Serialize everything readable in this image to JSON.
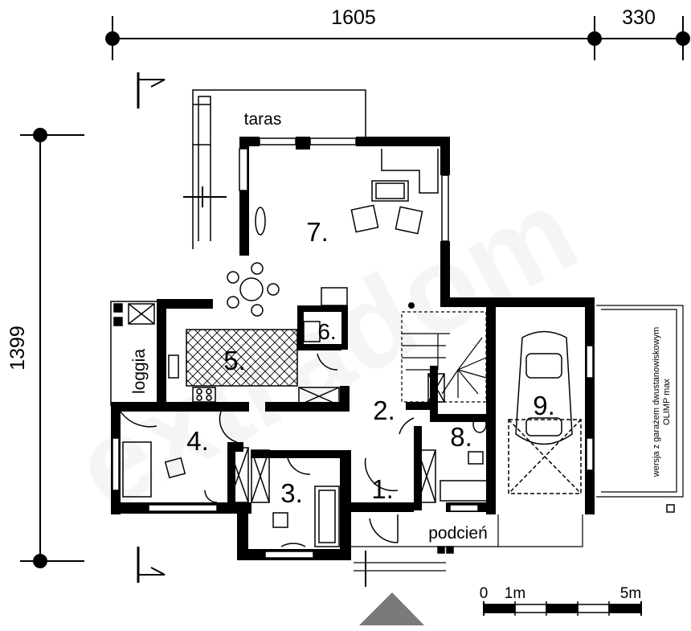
{
  "dimensions": {
    "width_main": "1605",
    "width_garage": "330",
    "height": "1399"
  },
  "rooms": [
    "7.",
    "5.",
    "6.",
    "2.",
    "4.",
    "3.",
    "1.",
    "8.",
    "9."
  ],
  "labels": {
    "taras": "taras",
    "loggia": "loggia",
    "podcien": "podcień",
    "garage_note_line1": "wersja z garażem dwustanowiskowym",
    "garage_note_line2": "OLIMP max"
  },
  "scale_bar": {
    "zero": "0",
    "one": "1m",
    "five": "5m"
  },
  "watermark": "extradom",
  "colors": {
    "wall": "#000000",
    "background": "#ffffff",
    "entrance_marker": "#7a7a7a"
  }
}
